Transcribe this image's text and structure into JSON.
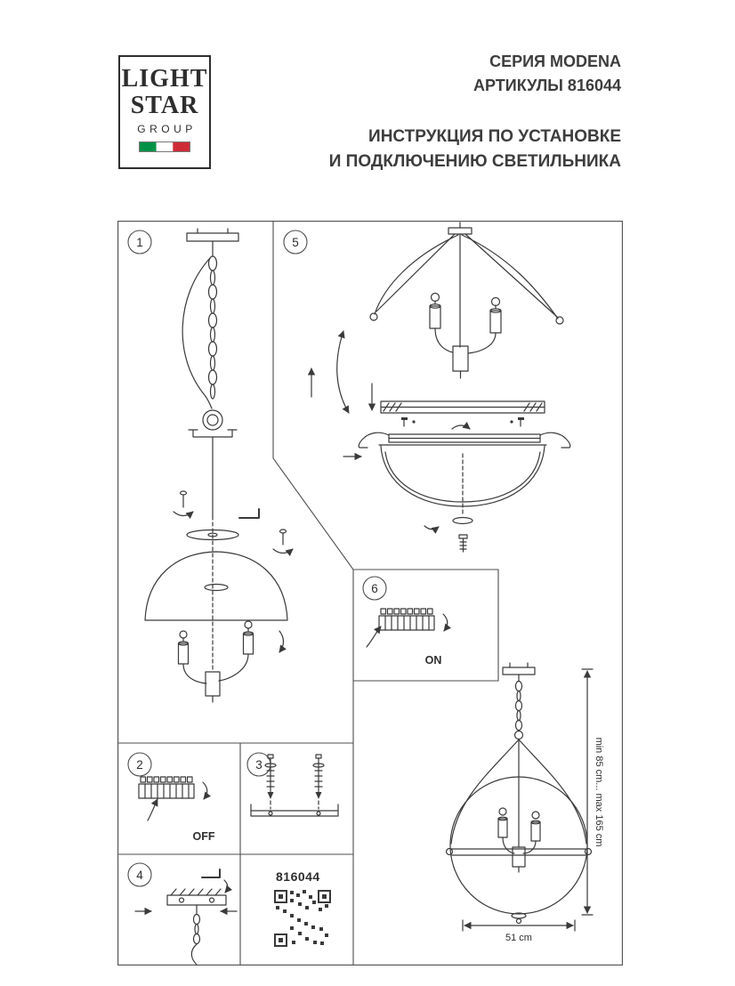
{
  "logo": {
    "word1": "LIGHT",
    "word2": "STAR",
    "word3": "GROUP"
  },
  "header": {
    "series": "СЕРИЯ MODENA",
    "articles": "АРТИКУЛЫ 816044",
    "instruction_line1": "ИНСТРУКЦИЯ ПО УСТАНОВКЕ",
    "instruction_line2": "И ПОДКЛЮЧЕНИЮ СВЕТИЛЬНИКА"
  },
  "steps": {
    "s1": "1",
    "s2": "2",
    "s3": "3",
    "s4": "4",
    "s5": "5",
    "s6": "6"
  },
  "labels": {
    "switch_on": "ON",
    "switch_off": "OFF",
    "article_number": "816044",
    "height_range": "min 85 cm... max 165 cm",
    "diameter": "51 cm"
  },
  "colors": {
    "flag_green": "#009246",
    "flag_white": "#ffffff",
    "flag_red": "#ce2b37",
    "line_color": "#3a3a3a"
  }
}
